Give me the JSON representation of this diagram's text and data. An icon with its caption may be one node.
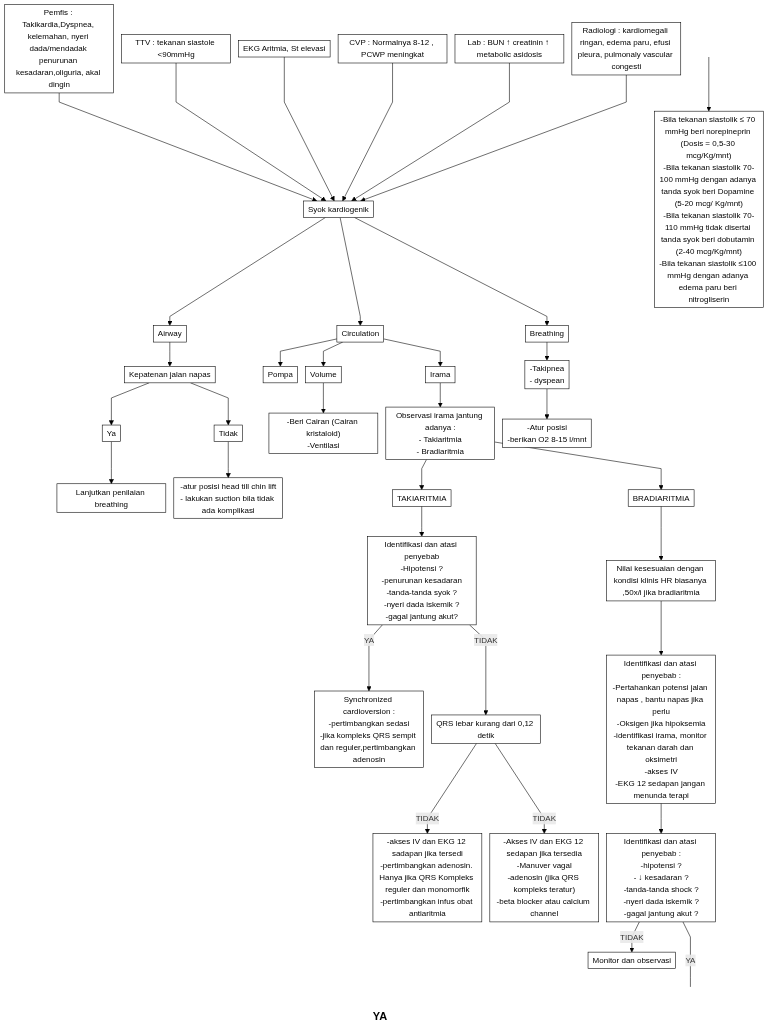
{
  "diagram": {
    "nodes": [
      {
        "text": [
          "Pemfis : Takikardia,Dyspnea, kelemahan, nyeri dada/mendadak penurunan kesadaran,oliguria, akal dingin"
        ]
      },
      {
        "text": [
          "TTV : tekanan siastole <90mmHg"
        ]
      },
      {
        "text": [
          "EKG Aritmia, St elevasi"
        ]
      },
      {
        "text": [
          "CVP : Normalnya 8-12 , PCWP meningkat"
        ]
      },
      {
        "text": [
          "Lab : BUN ↑ creatinin ↑ metabolic asidosis"
        ]
      },
      {
        "text": [
          "Radiologi : kardiomegali ringan, edema paru, efusi pleura, pulmonaly vascular congesti"
        ]
      },
      {
        "text": [
          "Syok kardiogenik"
        ]
      },
      {
        "text": [
          "Circulation"
        ]
      },
      {
        "text": [
          "Airway"
        ]
      },
      {
        "text": [
          "Breathing"
        ]
      },
      {
        "text": [
          "Volume"
        ]
      },
      {
        "text": [
          "Pompa"
        ]
      },
      {
        "text": [
          "Irama"
        ]
      },
      {
        "text": [
          "Kepatenan jalan napas"
        ]
      },
      {
        "text": [
          "Ya"
        ]
      },
      {
        "text": [
          "Tidak"
        ]
      },
      {
        "text": [
          "-Takipnea",
          "- dyspean"
        ]
      },
      {
        "text": [
          "-Beri Cairan (Cairan kristaloid)",
          "-Ventilasi"
        ]
      },
      {
        "text": [
          "Observasi irama jantung adanya :",
          "- Takiaritmia",
          "- Bradiaritmia"
        ]
      },
      {
        "text": [
          "Lanjutkan penilaian breathing"
        ]
      },
      {
        "text": [
          "-atur posisi head till chin lift",
          "- lakukan suction bila tidak ada komplikasi"
        ]
      },
      {
        "text": [
          "-Atur posisi",
          "-berikan O2 8-15 l/mnt"
        ]
      },
      {
        "text": [
          "-Bila tekanan siastolik ≤ 70 mmHg beri norepineprin (Dosis = 0,5-30 mcg/Kg/mnt)",
          "-Bila tekanan siastolik 70-100 mmHg dengan adanya tanda syok beri Dopamine (5-20 mcg/ Kg/mnt)",
          "-Bila tekanan siastolik 70-110 mmHg tidak disertai tanda syok beri dobutamin (2-40 mcg/Kg/mnt)",
          "-Bila tekanan siastolik ≤100 mmHg dengan adanya edema paru beri nitrogliserin"
        ]
      },
      {
        "text": [
          "BRADIARITMIA"
        ]
      },
      {
        "text": [
          "TAKIARITMIA"
        ]
      },
      {
        "text": [
          "Nilai kesesuaian dengan kondisi klinis HR biasanya ,50x/i jika bradiaritmia"
        ]
      },
      {
        "text": [
          "Identifikasi dan atasi penyebab",
          "-Hipotensi ?",
          "-penurunan kesadaran",
          "-tanda-tanda syok ?",
          "-nyeri dada iskemik ?",
          "-gagal jantung akut?"
        ]
      },
      {
        "text": [
          "Synchronized cardioversion :",
          "-pertimbangkan sedasi",
          "-jika kompleks QRS sempit dan reguler,pertimbangkan adenosin"
        ]
      },
      {
        "text": [
          "QRS lebar kurang dari 0,12 detik"
        ]
      },
      {
        "text": [
          "-akses IV dan EKG 12 sadapan jika tersedi",
          "-pertimbangkan adenosin. Hanya jika QRS Kompleks reguler dan monomorfik",
          "-pertimbangkan infus obat antiaritmia"
        ]
      },
      {
        "text": [
          "-Akses IV dan EKG 12 sedapan jika tersedia",
          "-Manuver vagal",
          "-adenosin (jika QRS kompleks teratur)",
          "-beta blocker atau calcium channel"
        ]
      },
      {
        "text": [
          "Identifikasi dan atasi penyebab :",
          "-Pertahankan potensi jalan napas , bantu napas jika perlu",
          "-Oksigen jika hipoksemia",
          "-identifikasi irama, monitor tekanan darah dan oksimetri",
          "-akses IV",
          "-EKG 12 sedapan jangan menunda terapi"
        ]
      },
      {
        "text": [
          "Identifikasi dan atasi penyebab :",
          "-hipotensi ?",
          "- ↓ kesadaran ?",
          "-tanda-tanda shock ?",
          "-nyeri dada iskemik ?",
          "-gagal jantung akut ?"
        ]
      },
      {
        "text": [
          "Monitor dan observasi"
        ]
      }
    ],
    "edges": [
      {
        "from": 0,
        "to": 6,
        "arrow": "to"
      },
      {
        "from": 1,
        "to": 6,
        "arrow": "to"
      },
      {
        "from": 2,
        "to": 6,
        "arrow": "to"
      },
      {
        "from": 3,
        "to": 6,
        "arrow": "to"
      },
      {
        "from": 4,
        "to": 6,
        "arrow": "to"
      },
      {
        "from": 5,
        "to": 6,
        "arrow": "to"
      },
      {
        "from": 6,
        "to": 7,
        "arrow": "to"
      },
      {
        "from": 6,
        "to": 8,
        "arrow": "to"
      },
      {
        "from": 6,
        "to": 9,
        "arrow": "to"
      },
      {
        "from": 7,
        "to": 10,
        "arrow": "to"
      },
      {
        "from": 7,
        "to": 11,
        "arrow": "to"
      },
      {
        "from": 7,
        "to": 12,
        "arrow": "to"
      },
      {
        "from": 8,
        "to": 13,
        "arrow": "to"
      },
      {
        "from": 9,
        "to": 16,
        "arrow": "to"
      },
      {
        "from": 10,
        "to": 17,
        "arrow": "to"
      },
      {
        "from": 12,
        "to": 18,
        "arrow": "to"
      },
      {
        "from": 13,
        "to": 14,
        "arrow": "to"
      },
      {
        "from": 13,
        "to": 15,
        "arrow": "to"
      },
      {
        "from": 14,
        "to": 19,
        "arrow": "to"
      },
      {
        "from": 15,
        "to": 20,
        "arrow": "to"
      },
      {
        "from": 16,
        "to": 21,
        "arrow": "to"
      },
      {
        "from": null,
        "to": 22,
        "arrow": "to"
      },
      {
        "from": 18,
        "to": 23,
        "arrow": "to"
      },
      {
        "from": 18,
        "to": 24,
        "arrow": "to"
      },
      {
        "from": 23,
        "to": 25,
        "arrow": "to"
      },
      {
        "from": 24,
        "to": 26,
        "arrow": "to"
      },
      {
        "from": 26,
        "to": 27,
        "label": "YA",
        "arrow": "to"
      },
      {
        "from": 26,
        "to": 28,
        "label": "TIDAK",
        "arrow": "to"
      },
      {
        "from": 28,
        "to": 29,
        "label": "TIDAK",
        "arrow": "to"
      },
      {
        "from": 28,
        "to": 30,
        "label": "TIDAK",
        "arrow": "to"
      },
      {
        "from": 25,
        "to": 31,
        "arrow": "to"
      },
      {
        "from": 31,
        "to": 32,
        "arrow": "to"
      },
      {
        "from": 32,
        "to": 33,
        "label": "TIDAK",
        "arrow": "to"
      },
      {
        "from": 32,
        "to": null,
        "label": "YA",
        "arrow": "none"
      }
    ],
    "labels": [
      "YA"
    ]
  }
}
